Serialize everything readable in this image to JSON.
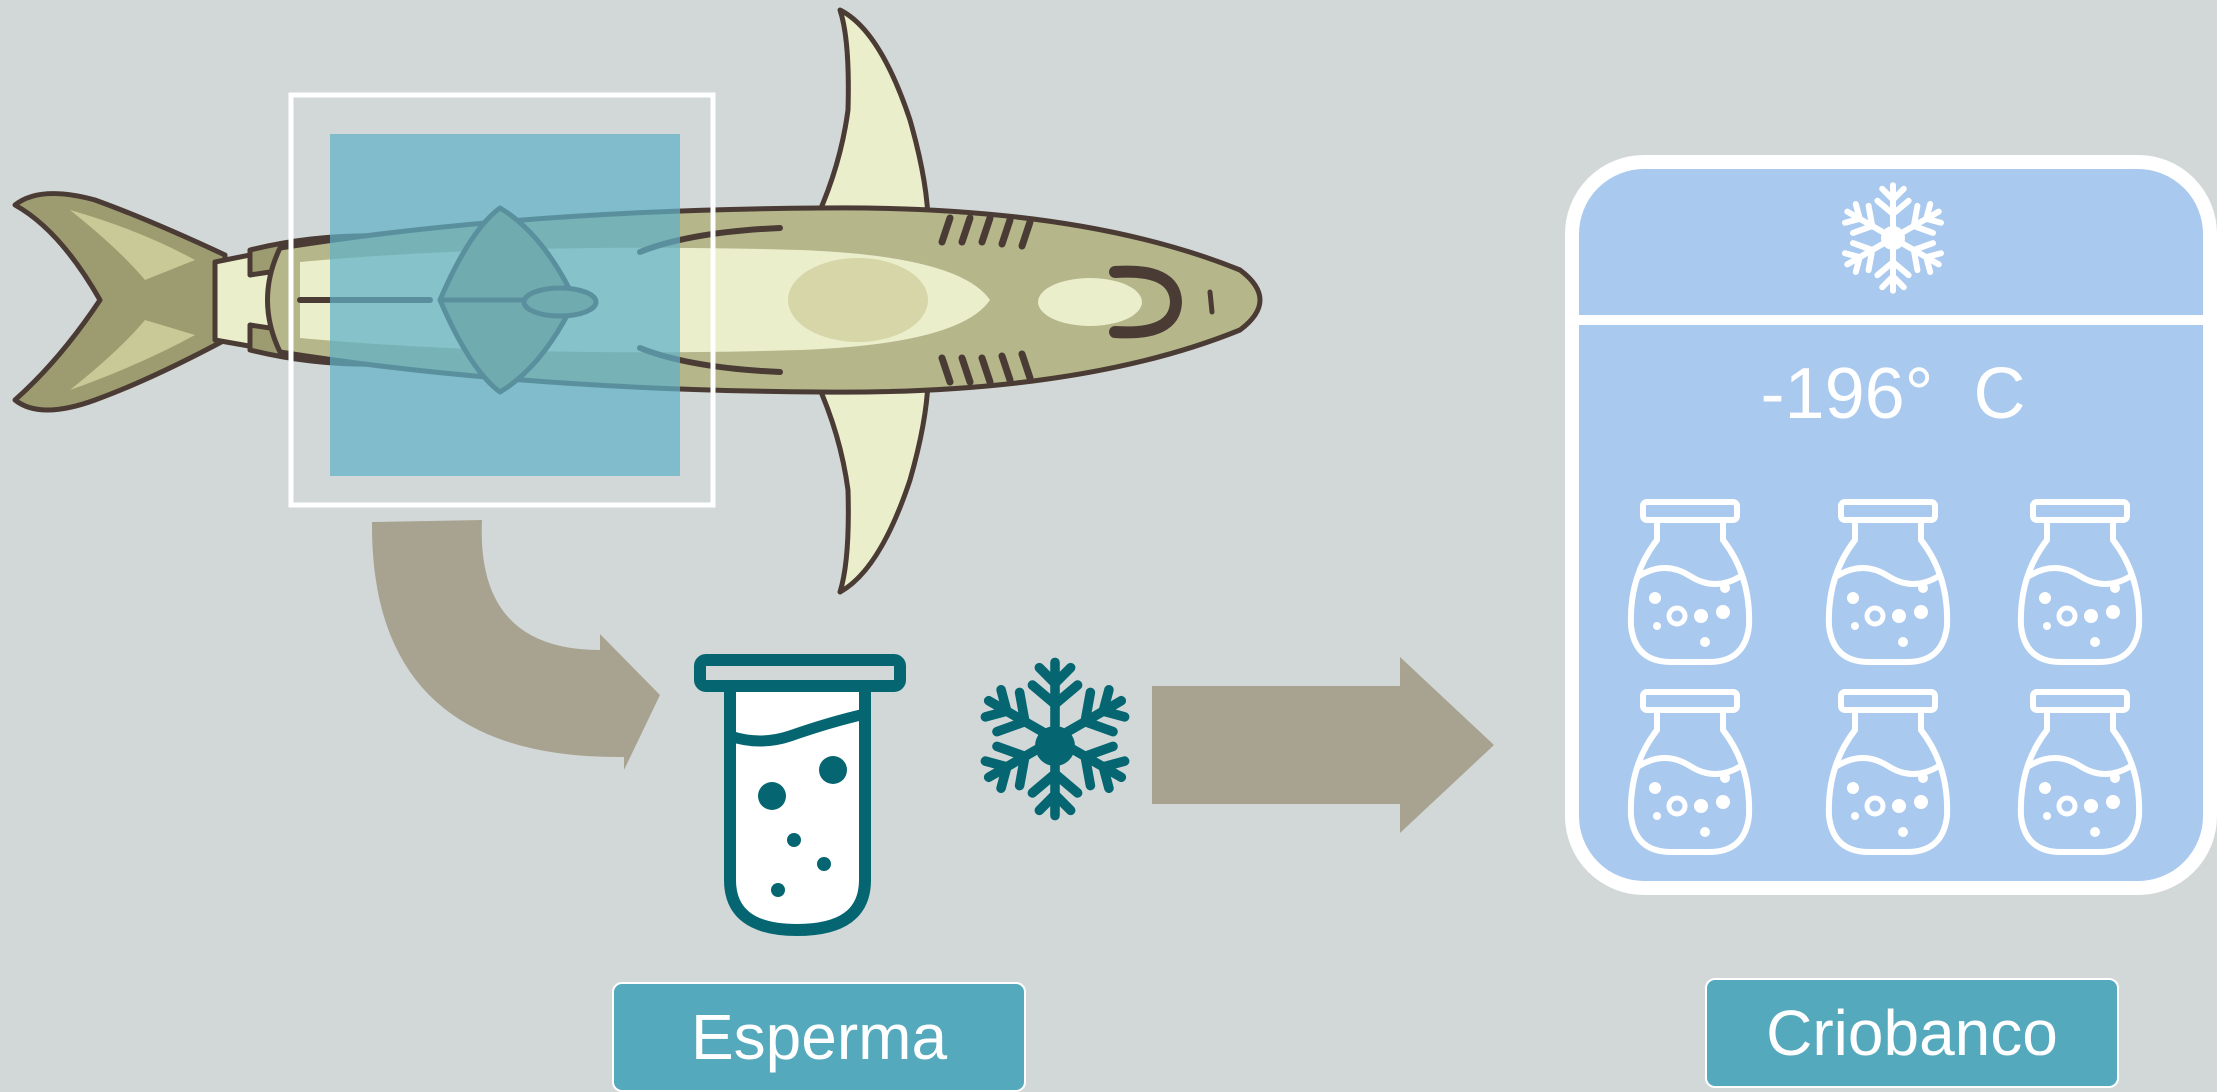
{
  "labels": {
    "sample": "Esperma",
    "biobank": "Criobanco"
  },
  "cryobank": {
    "temperature": "-196°  C",
    "vial_count": 6
  },
  "icons": {
    "fish": "fish-icon",
    "test_tube": "test-tube-icon",
    "snowflake": "snowflake-icon",
    "vial": "flask-icon"
  },
  "colors": {
    "background": "#d2d8d8",
    "fish_body": "#b5b68a",
    "fish_light": "#eaeecb",
    "outline": "#4b3b35",
    "highlight": "#5fb1c7",
    "teal": "#056672",
    "arrow": "#a8a391",
    "cryobank": "#a9c9ee",
    "label_box": "#55a9bd"
  }
}
